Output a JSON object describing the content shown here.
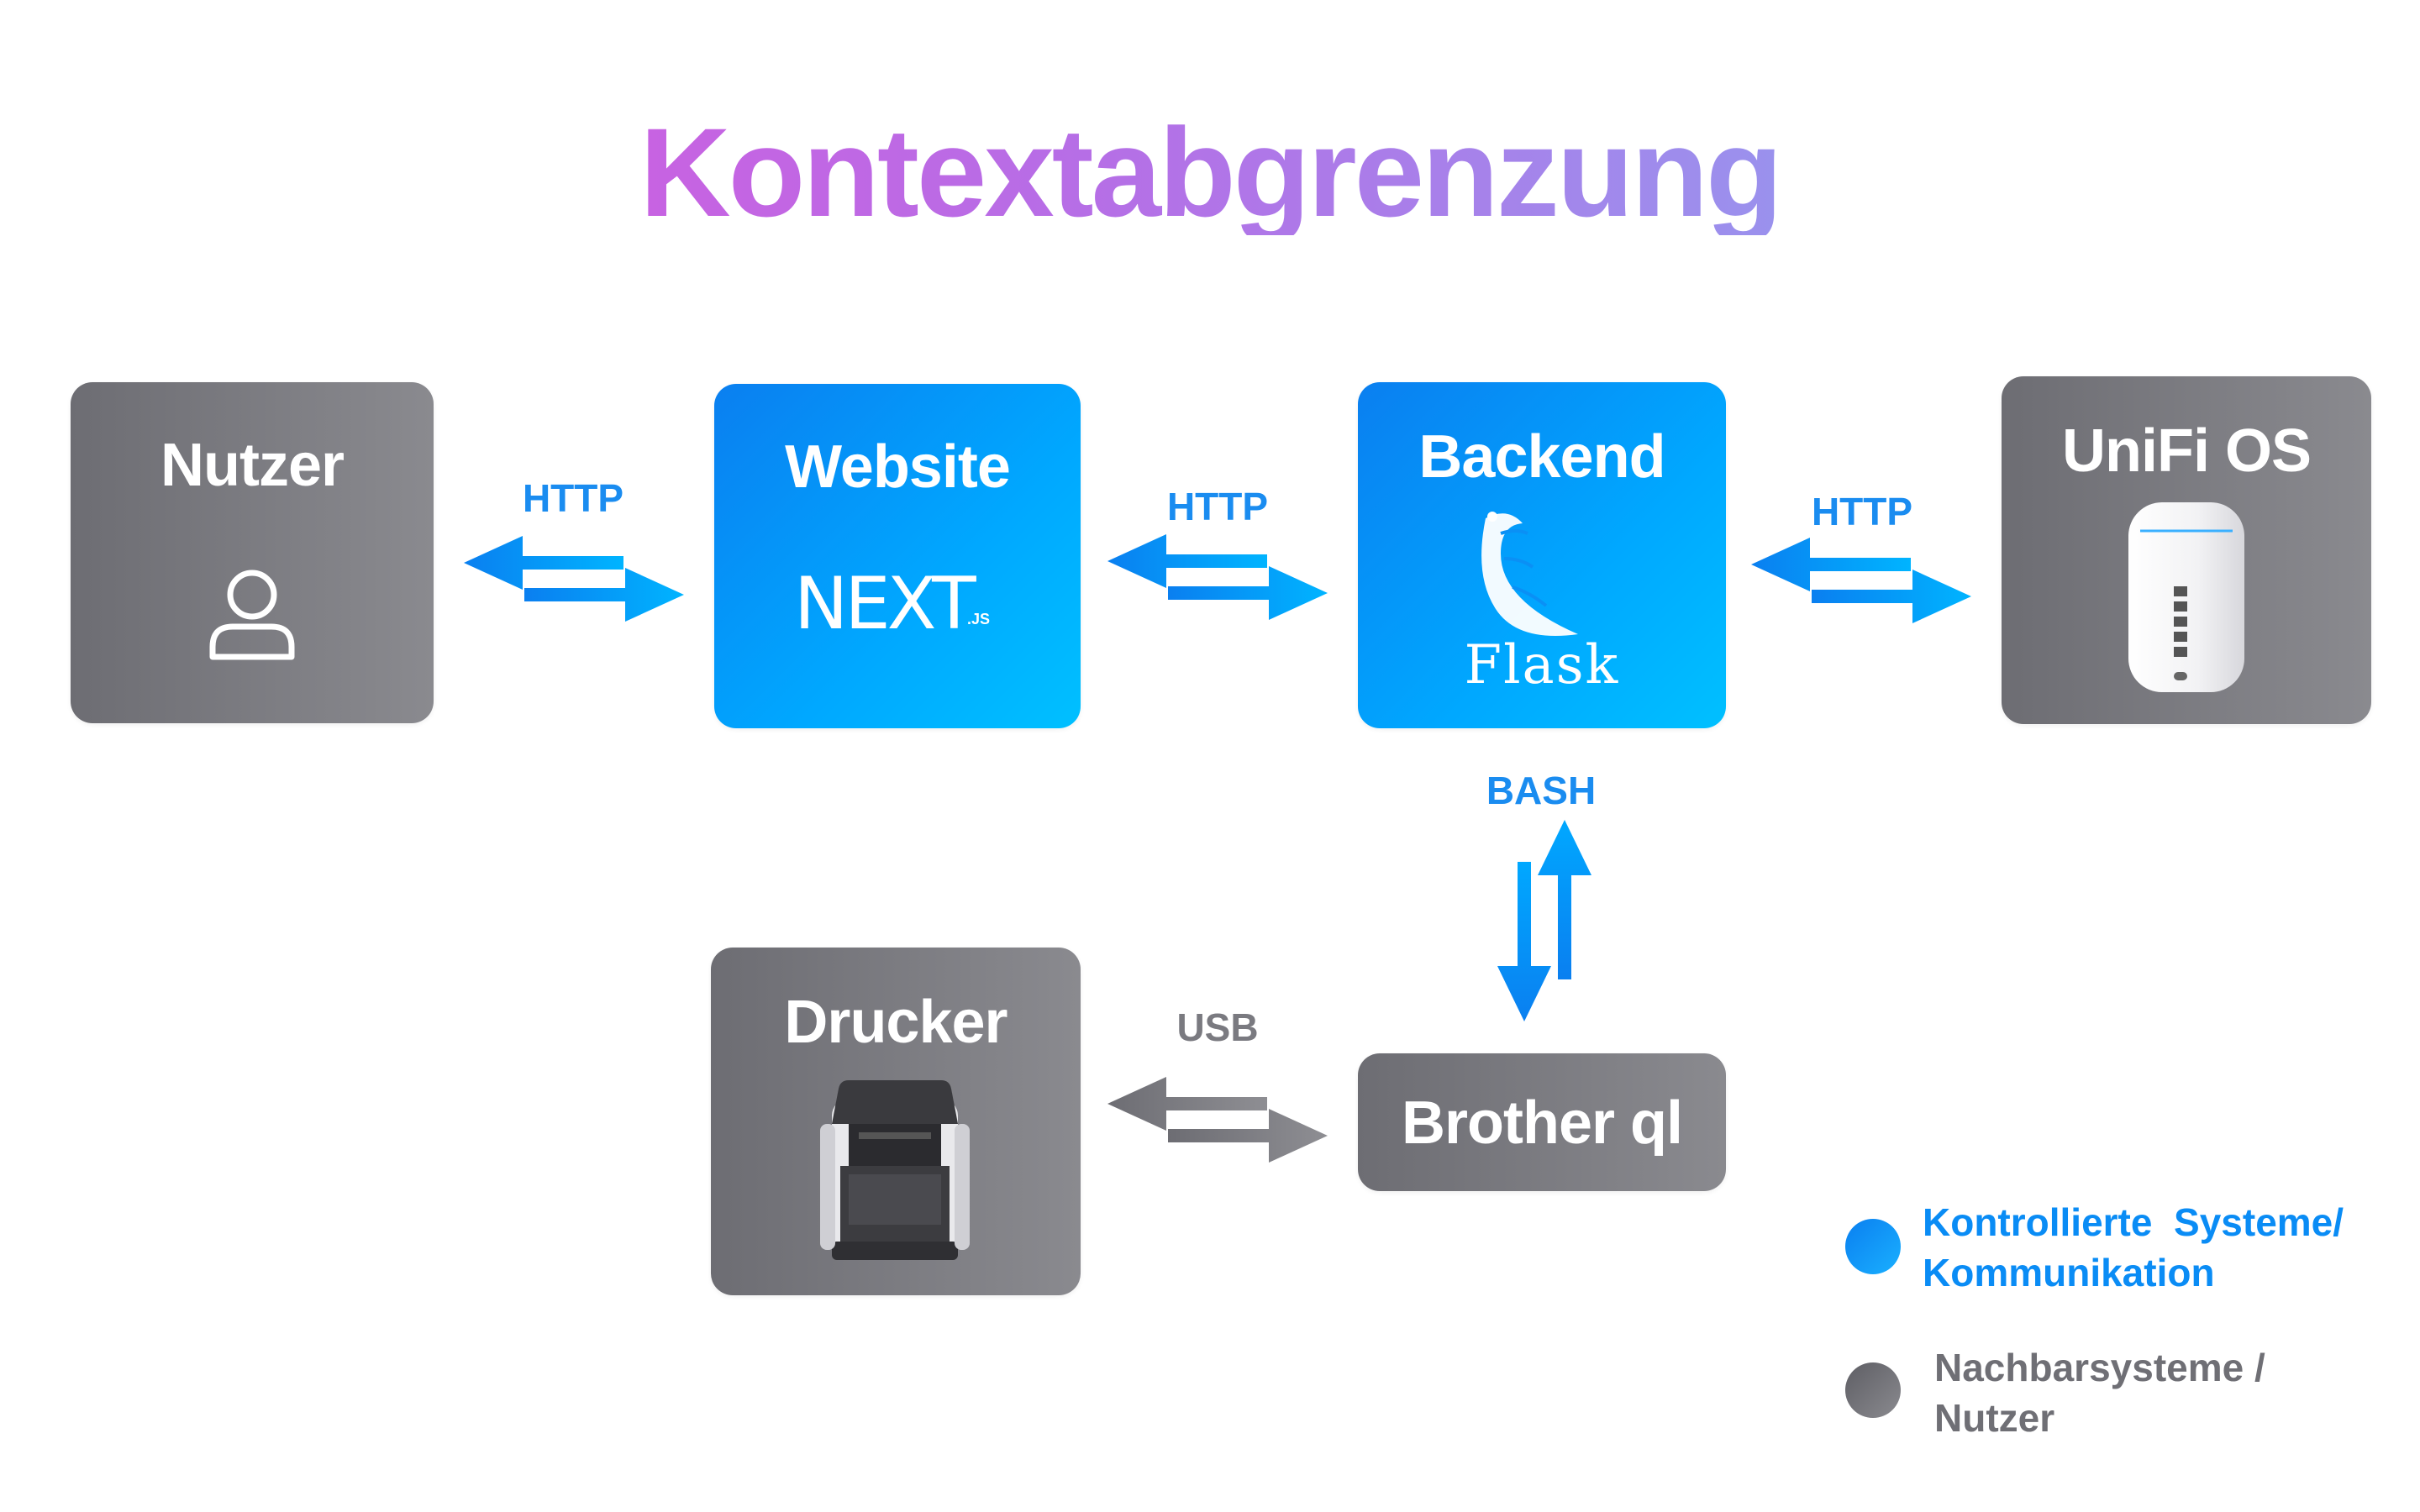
{
  "title": "Kontextabgrenzung",
  "boxes": {
    "nutzer": "Nutzer",
    "website": "Website",
    "website_logo": "NEXT",
    "website_logo_sub": ".JS",
    "backend": "Backend",
    "backend_logo": "Flask",
    "unifi": "UniFi OS",
    "drucker": "Drucker",
    "brother": "Brother ql"
  },
  "connections": {
    "nutzer_website": "HTTP",
    "website_backend": "HTTP",
    "backend_unifi": "HTTP",
    "backend_brother": "BASH",
    "brother_drucker": "USB"
  },
  "legend": {
    "controlled_line1": "Kontrollierte  Systeme/",
    "controlled_line2": "Kommunikation",
    "neighbor_line1": "Nachbarsysteme /",
    "neighbor_line2": "Nutzer"
  },
  "colors": {
    "controlled": "#0a8cf5",
    "neighbor": "#6f6f75",
    "title_gradient_start": "#e052dc",
    "title_gradient_end": "#80b2f4"
  },
  "icons": {
    "nutzer": "person-icon",
    "website": "nextjs-logo",
    "backend": "flask-logo",
    "unifi": "unifi-router-icon",
    "drucker": "label-printer-icon"
  }
}
